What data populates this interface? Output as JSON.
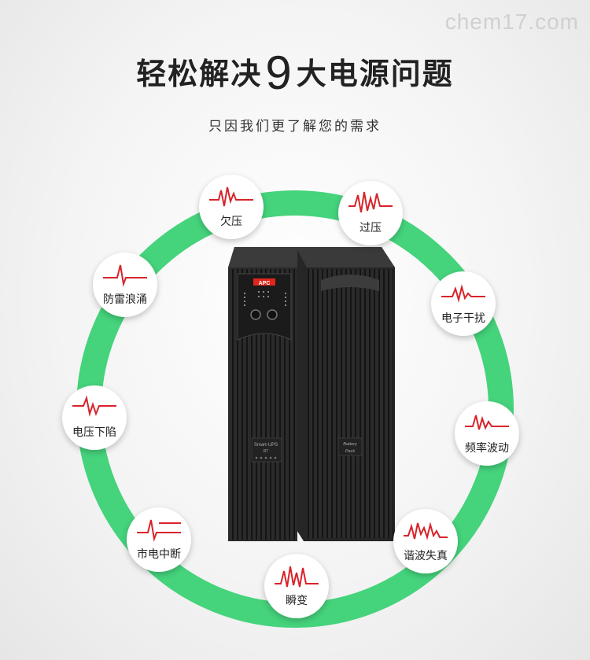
{
  "watermark": "chem17.com",
  "header": {
    "title_before": "轻松解决",
    "title_number": "9",
    "title_after": "大电源问题",
    "subtitle": "只因我们更了解您的需求"
  },
  "colors": {
    "ring": "#45d37c",
    "wave": "#d8232a",
    "device": "#2a2a2a",
    "logo": "#e0261b"
  },
  "problems": [
    {
      "label": "欠压",
      "icon": "waveform-icon"
    },
    {
      "label": "过压",
      "icon": "waveform-icon"
    },
    {
      "label": "防雷浪涌",
      "icon": "waveform-icon"
    },
    {
      "label": "电子干扰",
      "icon": "waveform-icon"
    },
    {
      "label": "电压下陷",
      "icon": "waveform-icon"
    },
    {
      "label": "频率波动",
      "icon": "waveform-icon"
    },
    {
      "label": "市电中断",
      "icon": "waveform-icon"
    },
    {
      "label": "谐波失真",
      "icon": "waveform-icon"
    },
    {
      "label": "瞬变",
      "icon": "waveform-icon"
    }
  ],
  "device": {
    "logo": "APC",
    "model_label": "Smart-UPS",
    "model_suffix": "RT",
    "battery_label_1": "Battery",
    "battery_label_2": "Pack"
  }
}
